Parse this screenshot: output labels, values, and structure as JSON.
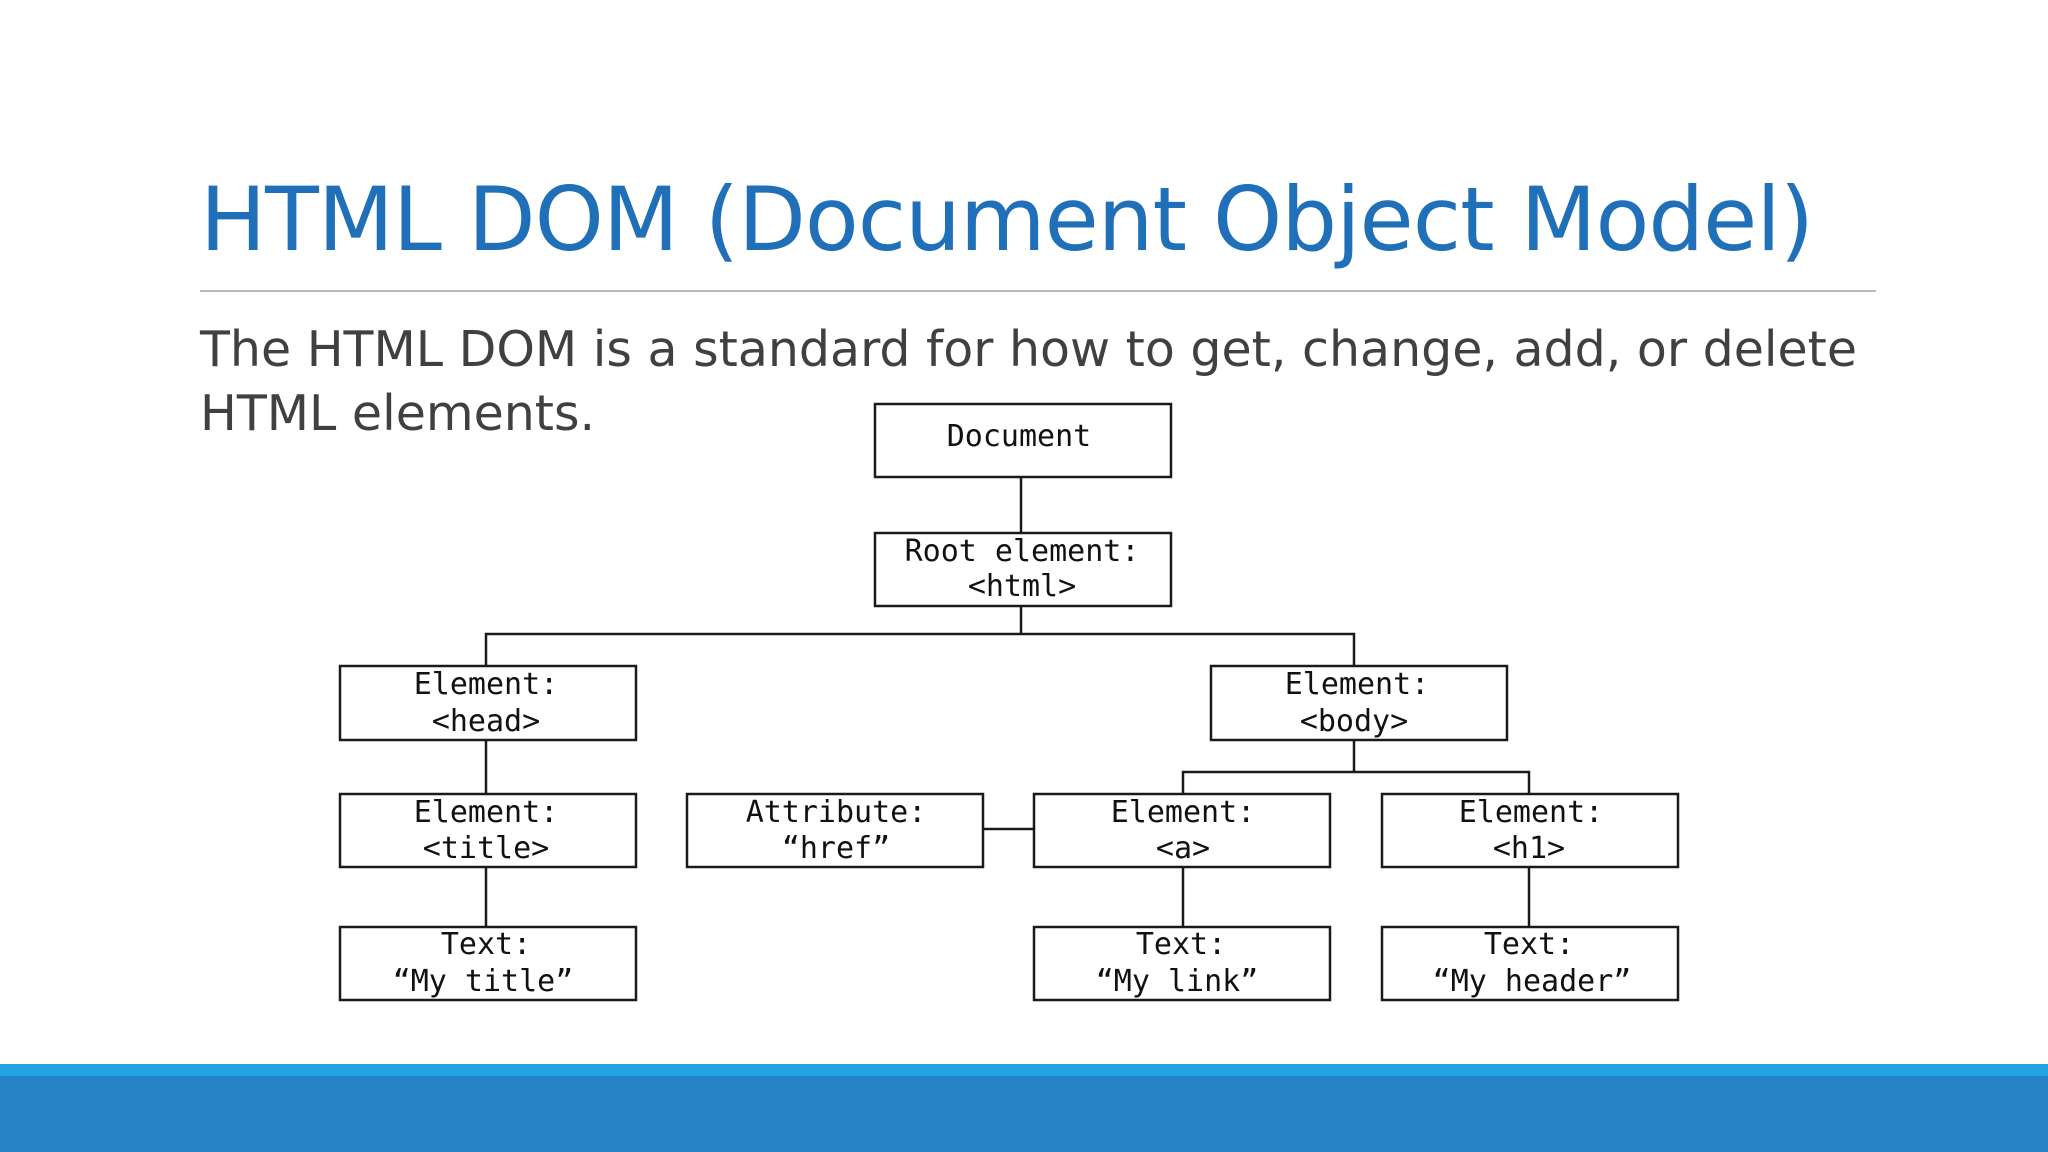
{
  "slide": {
    "title": "HTML DOM (Document Object Model)",
    "body_line_1": "The HTML DOM is a standard for how to get, change, add, or delete",
    "body_line_2": "HTML elements."
  },
  "diagram": {
    "nodes": {
      "document": [
        "Document"
      ],
      "root": [
        "Root element:",
        "<html>"
      ],
      "head": [
        "Element:",
        "<head>"
      ],
      "body": [
        "Element:",
        "<body>"
      ],
      "title": [
        "Element:",
        "<title>"
      ],
      "href": [
        "Attribute:",
        "“href”"
      ],
      "a": [
        "Element:",
        "<a>"
      ],
      "h1": [
        "Element:",
        "<h1>"
      ],
      "text_title": [
        "Text:",
        "“My title”"
      ],
      "text_link": [
        "Text:",
        "“My link”"
      ],
      "text_header": [
        "Text:",
        "“My header”"
      ]
    }
  },
  "theme": {
    "title_color": "#1f6fb9",
    "body_color": "#404040",
    "footer_light": "#22a3e0",
    "footer_dark": "#2782c5"
  }
}
